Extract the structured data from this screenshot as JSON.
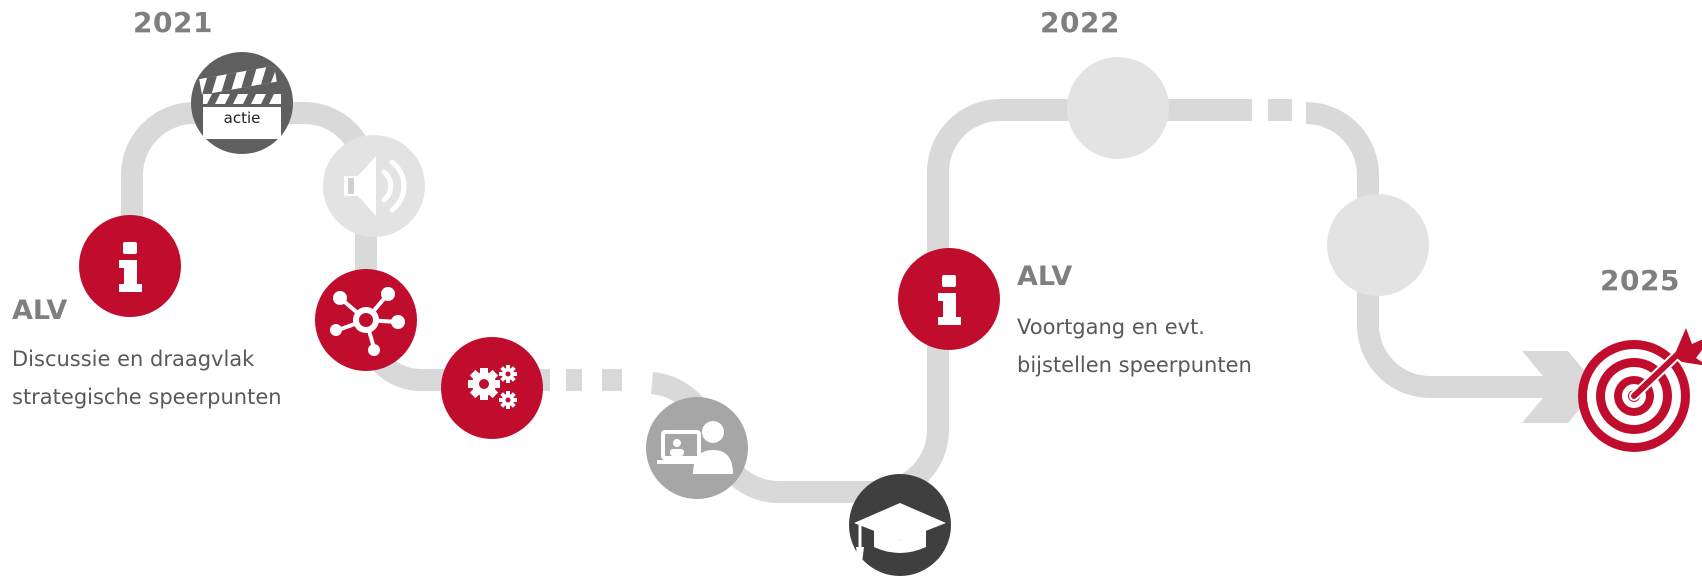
{
  "years": {
    "start": "2021",
    "mid": "2022",
    "end": "2025"
  },
  "milestones": [
    {
      "heading": "ALV",
      "lines": [
        "Discussie en draagvlak",
        "strategische speerpunten"
      ]
    },
    {
      "heading": "ALV",
      "lines": [
        "Voortgang en evt.",
        "bijstellen speerpunten"
      ]
    }
  ],
  "clapper_label": "actie",
  "colors": {
    "path": "#d9d9d9",
    "accent_red": "#c00d2e",
    "dark_gray": "#5f5f5f",
    "mid_gray": "#a6a6a6",
    "light_gray": "#e3e3e3",
    "text": "#595959",
    "year_text": "#7f7f7f"
  },
  "icons": [
    "info-icon",
    "clapperboard-icon",
    "speaker-icon",
    "network-icon",
    "gears-icon",
    "video-call-icon",
    "graduation-cap-icon",
    "info-icon",
    "target-icon"
  ]
}
